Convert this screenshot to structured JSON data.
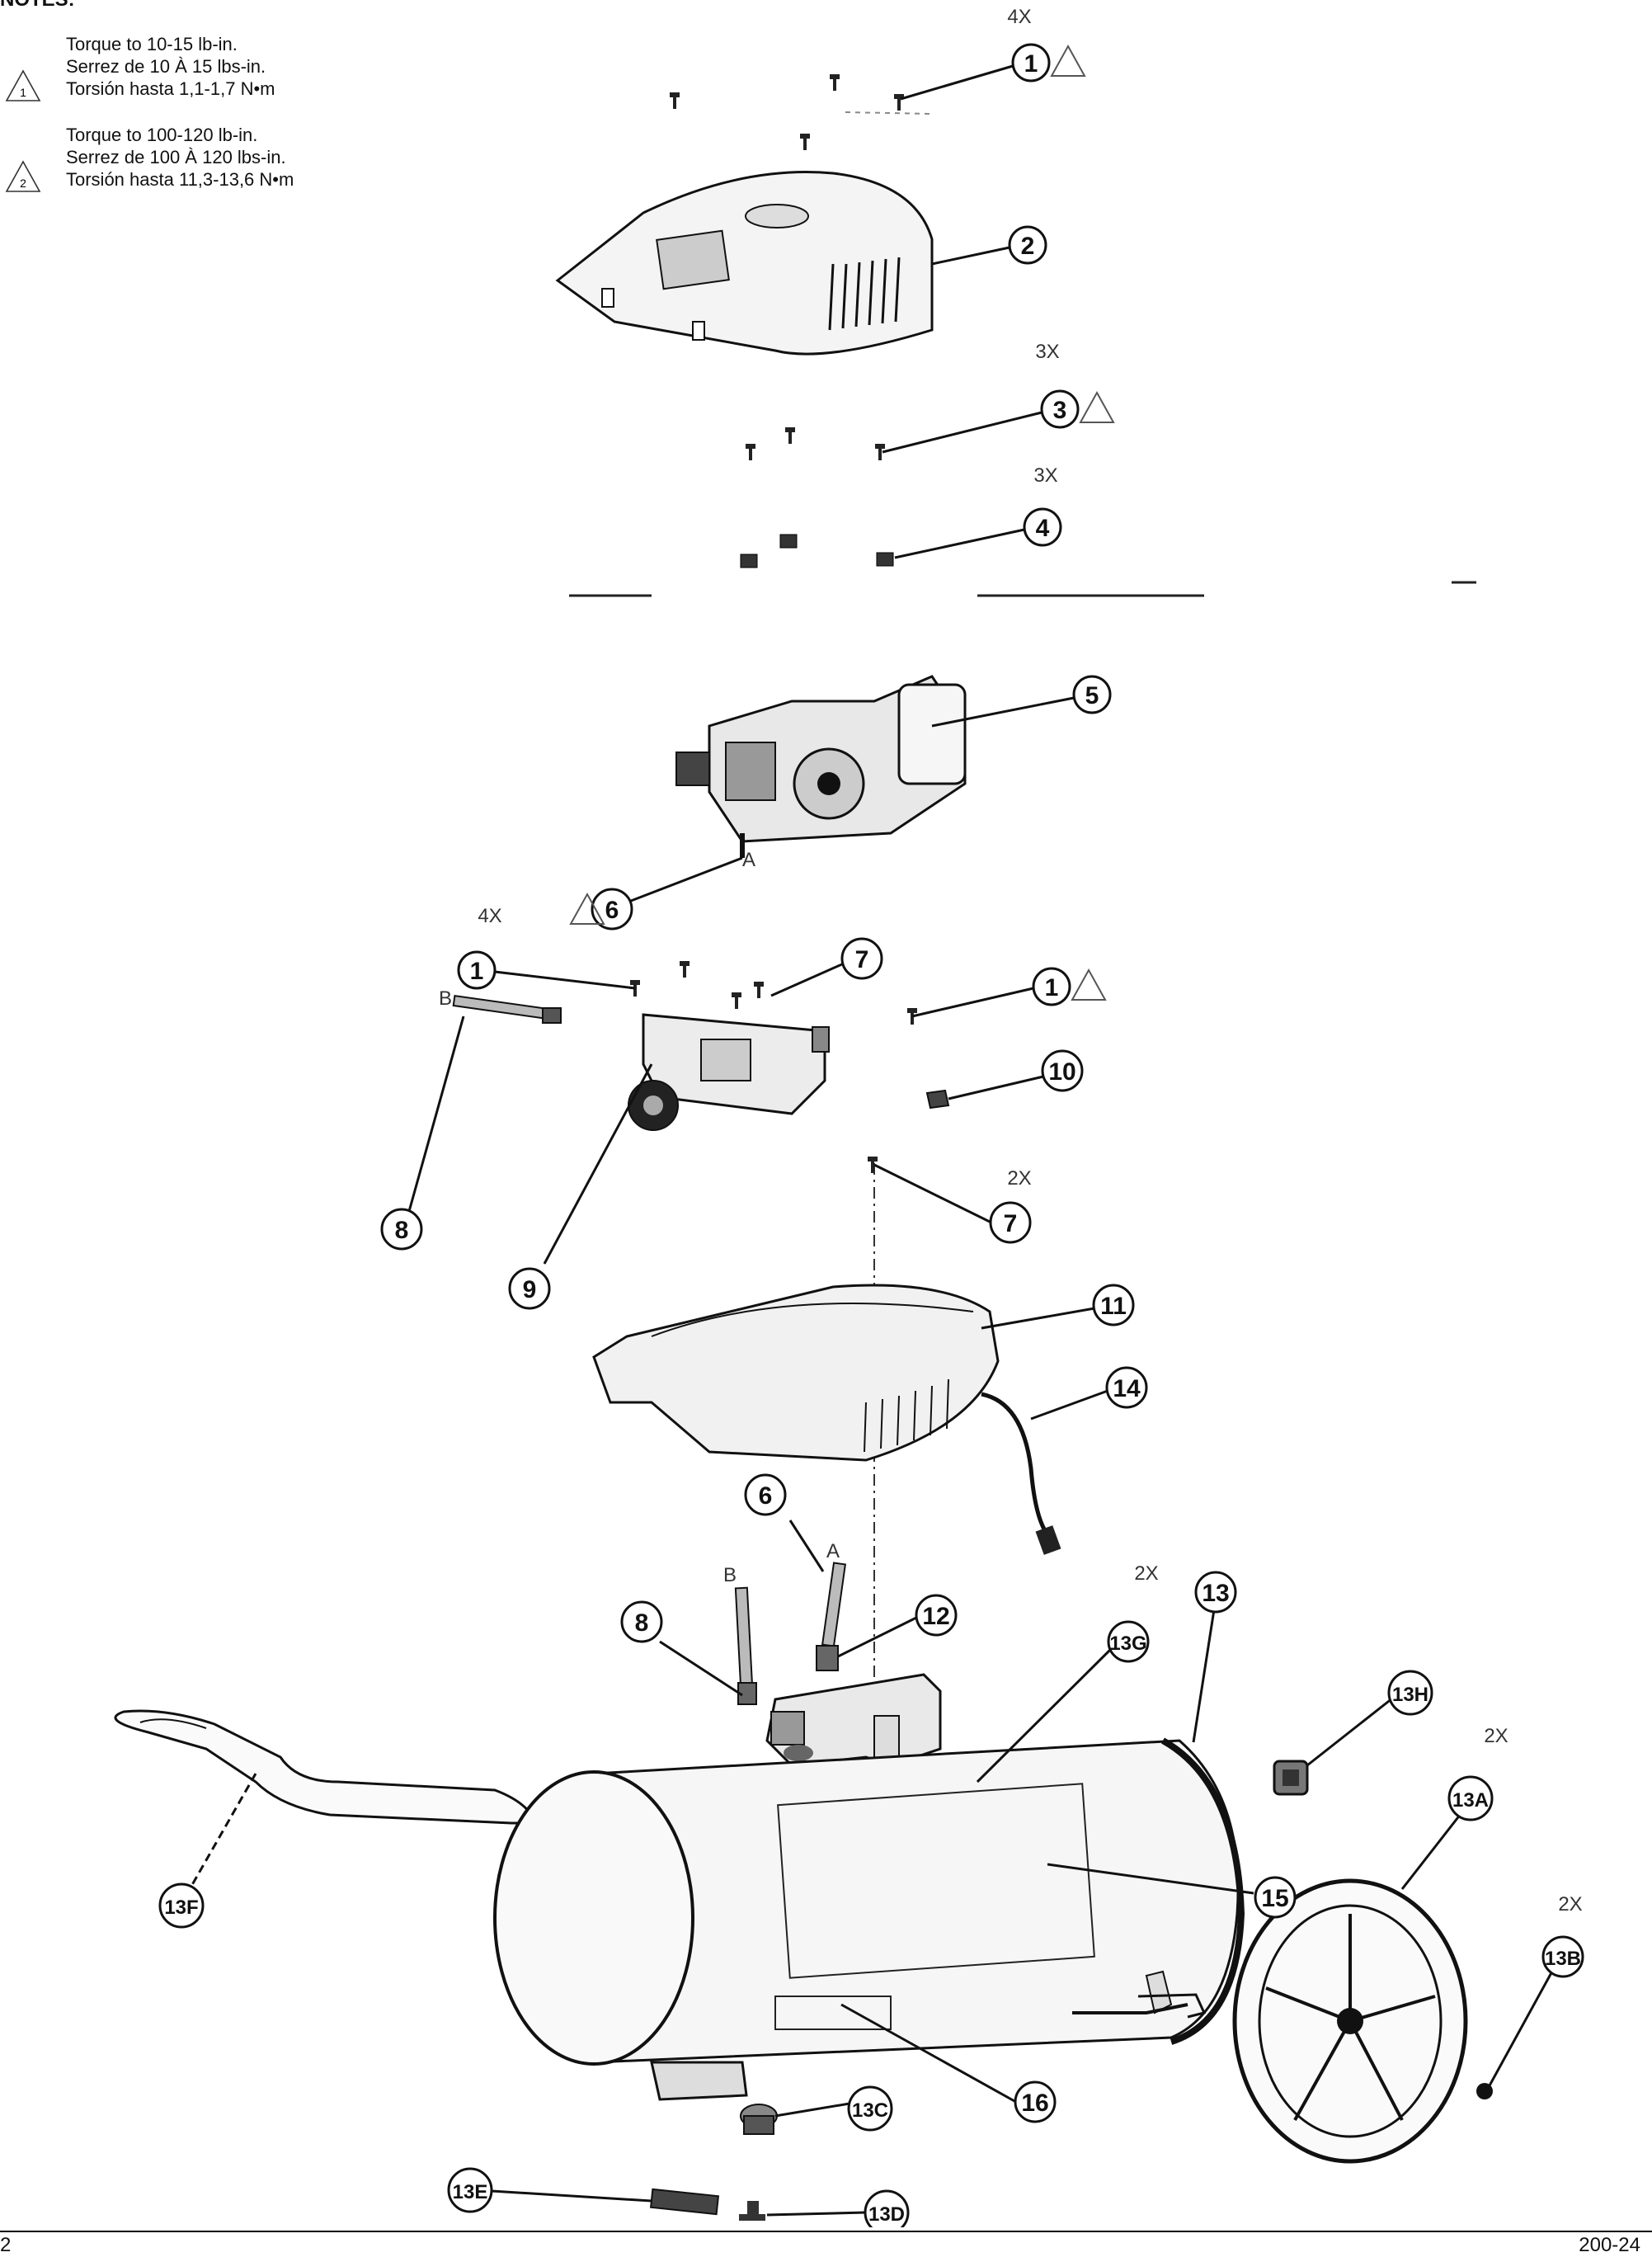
{
  "notes": {
    "title": "NOTES:",
    "items": [
      {
        "symbol": "1",
        "lines": [
          "Torque to 10-15 lb-in.",
          "Serrez de 10 À 15 lbs-in.",
          "Torsión hasta 1,1-1,7 N•m"
        ]
      },
      {
        "symbol": "2",
        "lines": [
          "Torque to 100-120 lb-in.",
          "Serrez de 100 À 120 lbs-in.",
          "Torsión hasta 11,3-13,6 N•m"
        ]
      }
    ]
  },
  "callouts": {
    "c1_top": "1",
    "c1_top_qty": "4X",
    "c2": "2",
    "c3": "3",
    "c3_qty": "3X",
    "c4": "4",
    "c4_qty": "3X",
    "c5": "5",
    "c6_top": "6",
    "c6_top_conn": "A",
    "c1_mid": "1",
    "c1_mid_qty": "4X",
    "c7_top": "7",
    "c8_top": "8",
    "c8_top_conn": "B",
    "c1_right": "1",
    "c9": "9",
    "c10": "10",
    "c7_low": "7",
    "c7_low_qty": "2X",
    "c11": "11",
    "c14": "14",
    "c6_low": "6",
    "c6_low_conn": "A",
    "c8_low": "8",
    "c8_low_conn": "B",
    "c12": "12",
    "c13G": "13G",
    "c13G_qty": "2X",
    "c13": "13",
    "c13H": "13H",
    "c13A": "13A",
    "c13A_qty": "2X",
    "c13B": "13B",
    "c13B_qty": "2X",
    "c13F": "13F",
    "c15": "15",
    "c16": "16",
    "c13C": "13C",
    "c13E": "13E",
    "c13D": "13D"
  },
  "footer": {
    "page": "2",
    "code": "200-24"
  }
}
